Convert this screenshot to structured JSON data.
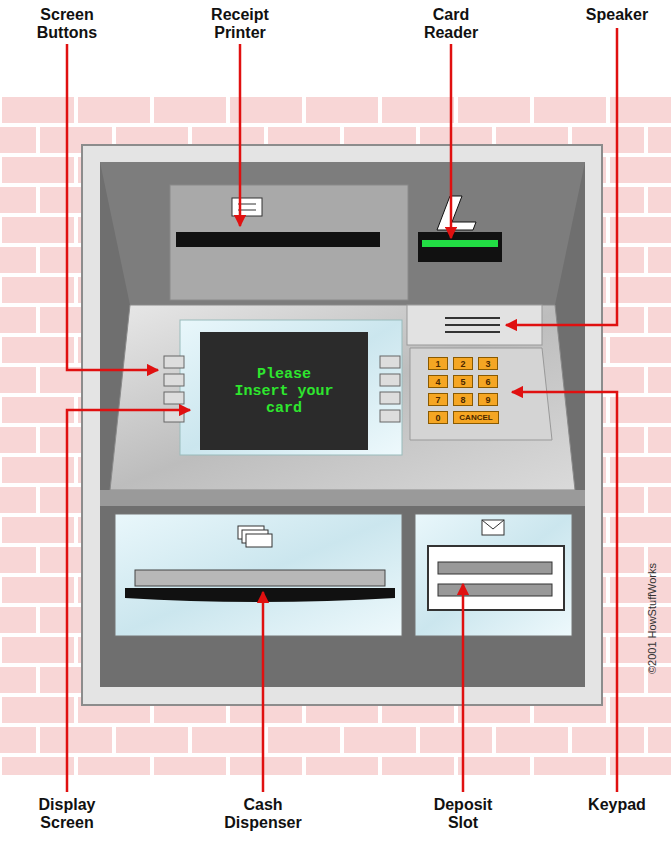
{
  "diagram": {
    "nodes": [
      {
        "text": [
          "Please Insert your card"
        ]
      },
      {
        "text": [
          "1"
        ]
      },
      {
        "text": [
          "2"
        ]
      },
      {
        "text": [
          "3"
        ]
      },
      {
        "text": [
          "4"
        ]
      },
      {
        "text": [
          "5"
        ]
      },
      {
        "text": [
          "6"
        ]
      },
      {
        "text": [
          "7"
        ]
      },
      {
        "text": [
          "8"
        ]
      },
      {
        "text": [
          "9"
        ]
      },
      {
        "text": [
          "0"
        ]
      },
      {
        "text": [
          "CANCEL"
        ]
      }
    ],
    "labels": [
      "Screen Buttons",
      "Receipt Printer",
      "Card Reader",
      "Speaker",
      "Display Screen",
      "Cash Dispenser",
      "Deposit Slot",
      "Keypad",
      "©2001 HowStuffWorks"
    ]
  }
}
